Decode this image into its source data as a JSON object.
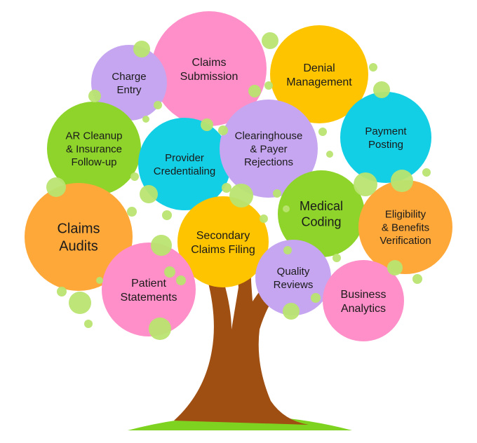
{
  "colors": {
    "pink": "#FF8FC8",
    "purple": "#C6A6F0",
    "yellow": "#FFC400",
    "cyan": "#12CFE6",
    "green": "#8ED42A",
    "orange": "#FFA83A",
    "dot": "#B9E470",
    "trunk": "#A04F12",
    "ground": "#7ED321"
  },
  "nodes": [
    {
      "id": "claims-submission",
      "lines": [
        "Claims",
        "Submission"
      ],
      "color": "pink"
    },
    {
      "id": "charge-entry",
      "lines": [
        "Charge",
        "Entry"
      ],
      "color": "purple"
    },
    {
      "id": "denial-management",
      "lines": [
        "Denial",
        "Management"
      ],
      "color": "yellow"
    },
    {
      "id": "ar-cleanup",
      "lines": [
        "AR Cleanup",
        "& Insurance",
        "Follow-up"
      ],
      "color": "green"
    },
    {
      "id": "provider-credentialing",
      "lines": [
        "Provider",
        "Credentialing"
      ],
      "color": "cyan"
    },
    {
      "id": "clearinghouse",
      "lines": [
        "Clearinghouse",
        "& Payer",
        "Rejections"
      ],
      "color": "purple"
    },
    {
      "id": "payment-posting",
      "lines": [
        "Payment",
        "Posting"
      ],
      "color": "cyan"
    },
    {
      "id": "claims-audits",
      "lines": [
        "Claims",
        "Audits"
      ],
      "color": "orange"
    },
    {
      "id": "medical-coding",
      "lines": [
        "Medical",
        "Coding"
      ],
      "color": "green"
    },
    {
      "id": "eligibility",
      "lines": [
        "Eligibility",
        "& Benefits",
        "Verification"
      ],
      "color": "orange"
    },
    {
      "id": "secondary-claims",
      "lines": [
        "Secondary",
        "Claims Filing"
      ],
      "color": "yellow"
    },
    {
      "id": "patient-statements",
      "lines": [
        "Patient",
        "Statements"
      ],
      "color": "pink"
    },
    {
      "id": "quality-reviews",
      "lines": [
        "Quality",
        "Reviews"
      ],
      "color": "purple"
    },
    {
      "id": "business-analytics",
      "lines": [
        "Business",
        "Analytics"
      ],
      "color": "pink"
    }
  ]
}
